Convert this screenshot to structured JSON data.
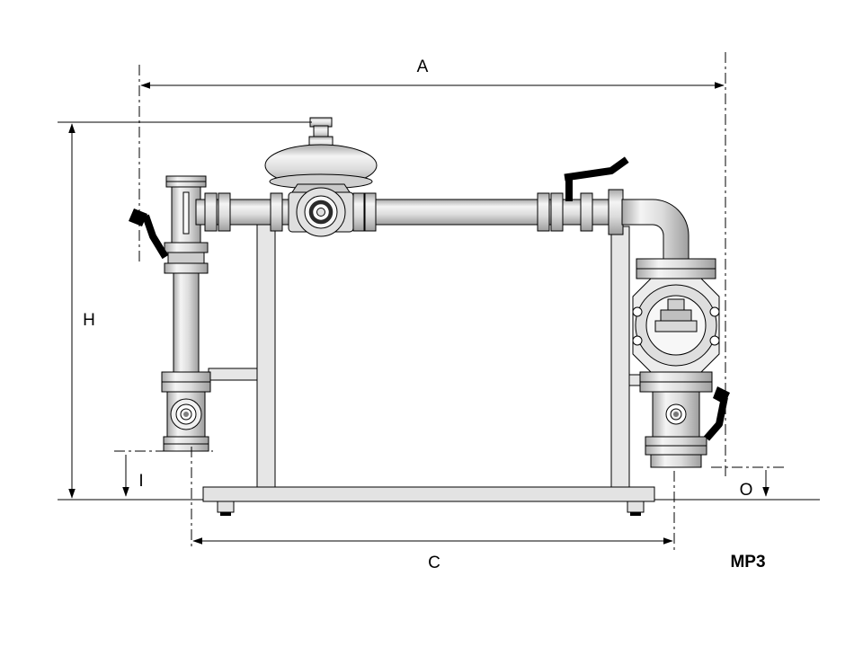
{
  "dimensions": {
    "a": "A",
    "h": "H",
    "i": "I",
    "c": "C",
    "o": "O"
  },
  "model_label": "MP3",
  "colors": {
    "line": "#000000",
    "metal_light": "#f4f4f4",
    "metal_mid": "#d9d9d9",
    "metal_dark": "#9e9e9e",
    "handle": "#000000",
    "background": "#ffffff"
  }
}
